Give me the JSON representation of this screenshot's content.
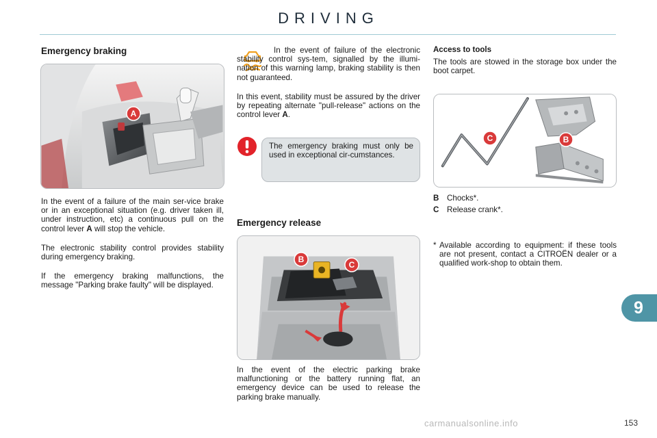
{
  "header": {
    "title": "DRIVING"
  },
  "emergency_braking": {
    "heading": "Emergency braking",
    "photo_callout": "A",
    "paragraphs": {
      "p1_pre": "In the event of a failure of the main ser-vice brake or in an exceptional situation (e.g. driver taken ill, under instruction, etc) a continuous pull on the control lever ",
      "p1_bold": "A",
      "p1_post": " will stop the vehicle.",
      "p2": "The electronic stability control provides stability during emergency braking.",
      "p3": "If the emergency braking malfunctions, the message \"Parking brake faulty\" will be displayed."
    }
  },
  "stability": {
    "icon": "esc-warning-lamp-icon",
    "p1": "In the event of failure of the electronic stability control sys-tem, signalled by the illumi-nation of this warning lamp, braking stability is then not guaranteed.",
    "p2_pre": "In this event, stability must be assured by the driver by repeating alternate \"pull-release\" actions on the control lever ",
    "p2_bold": "A",
    "p2_post": ".",
    "warning_icon": "exclamation-warning-icon",
    "warning_text": "The emergency braking must only be used in exceptional cir-cumstances."
  },
  "emergency_release": {
    "heading": "Emergency release",
    "callout_b": "B",
    "callout_c": "C",
    "caption": "In the event of the electric parking brake malfunctioning or the battery running flat, an emergency device can be used to release the parking brake manually."
  },
  "access_tools": {
    "heading": "Access to tools",
    "text": "The tools are stowed in the storage box under the boot carpet.",
    "callout_b": "B",
    "callout_c": "C",
    "legend": [
      {
        "key": "B",
        "label": "Chocks*."
      },
      {
        "key": "C",
        "label": "Release crank*."
      }
    ],
    "footnote_mark": "*",
    "footnote": "Available according to equipment: if these tools are not present, contact a CITROËN dealer or a qualified work-shop to obtain them."
  },
  "footer": {
    "chapter": "9",
    "page": "153",
    "watermark": "carmanualsonline.info"
  },
  "colors": {
    "accent": "#4f95a6",
    "callout_red": "#d93a3a",
    "note_bg": "#dfe3e5",
    "warning_red": "#e2232a",
    "icon_orange": "#f0a020"
  }
}
